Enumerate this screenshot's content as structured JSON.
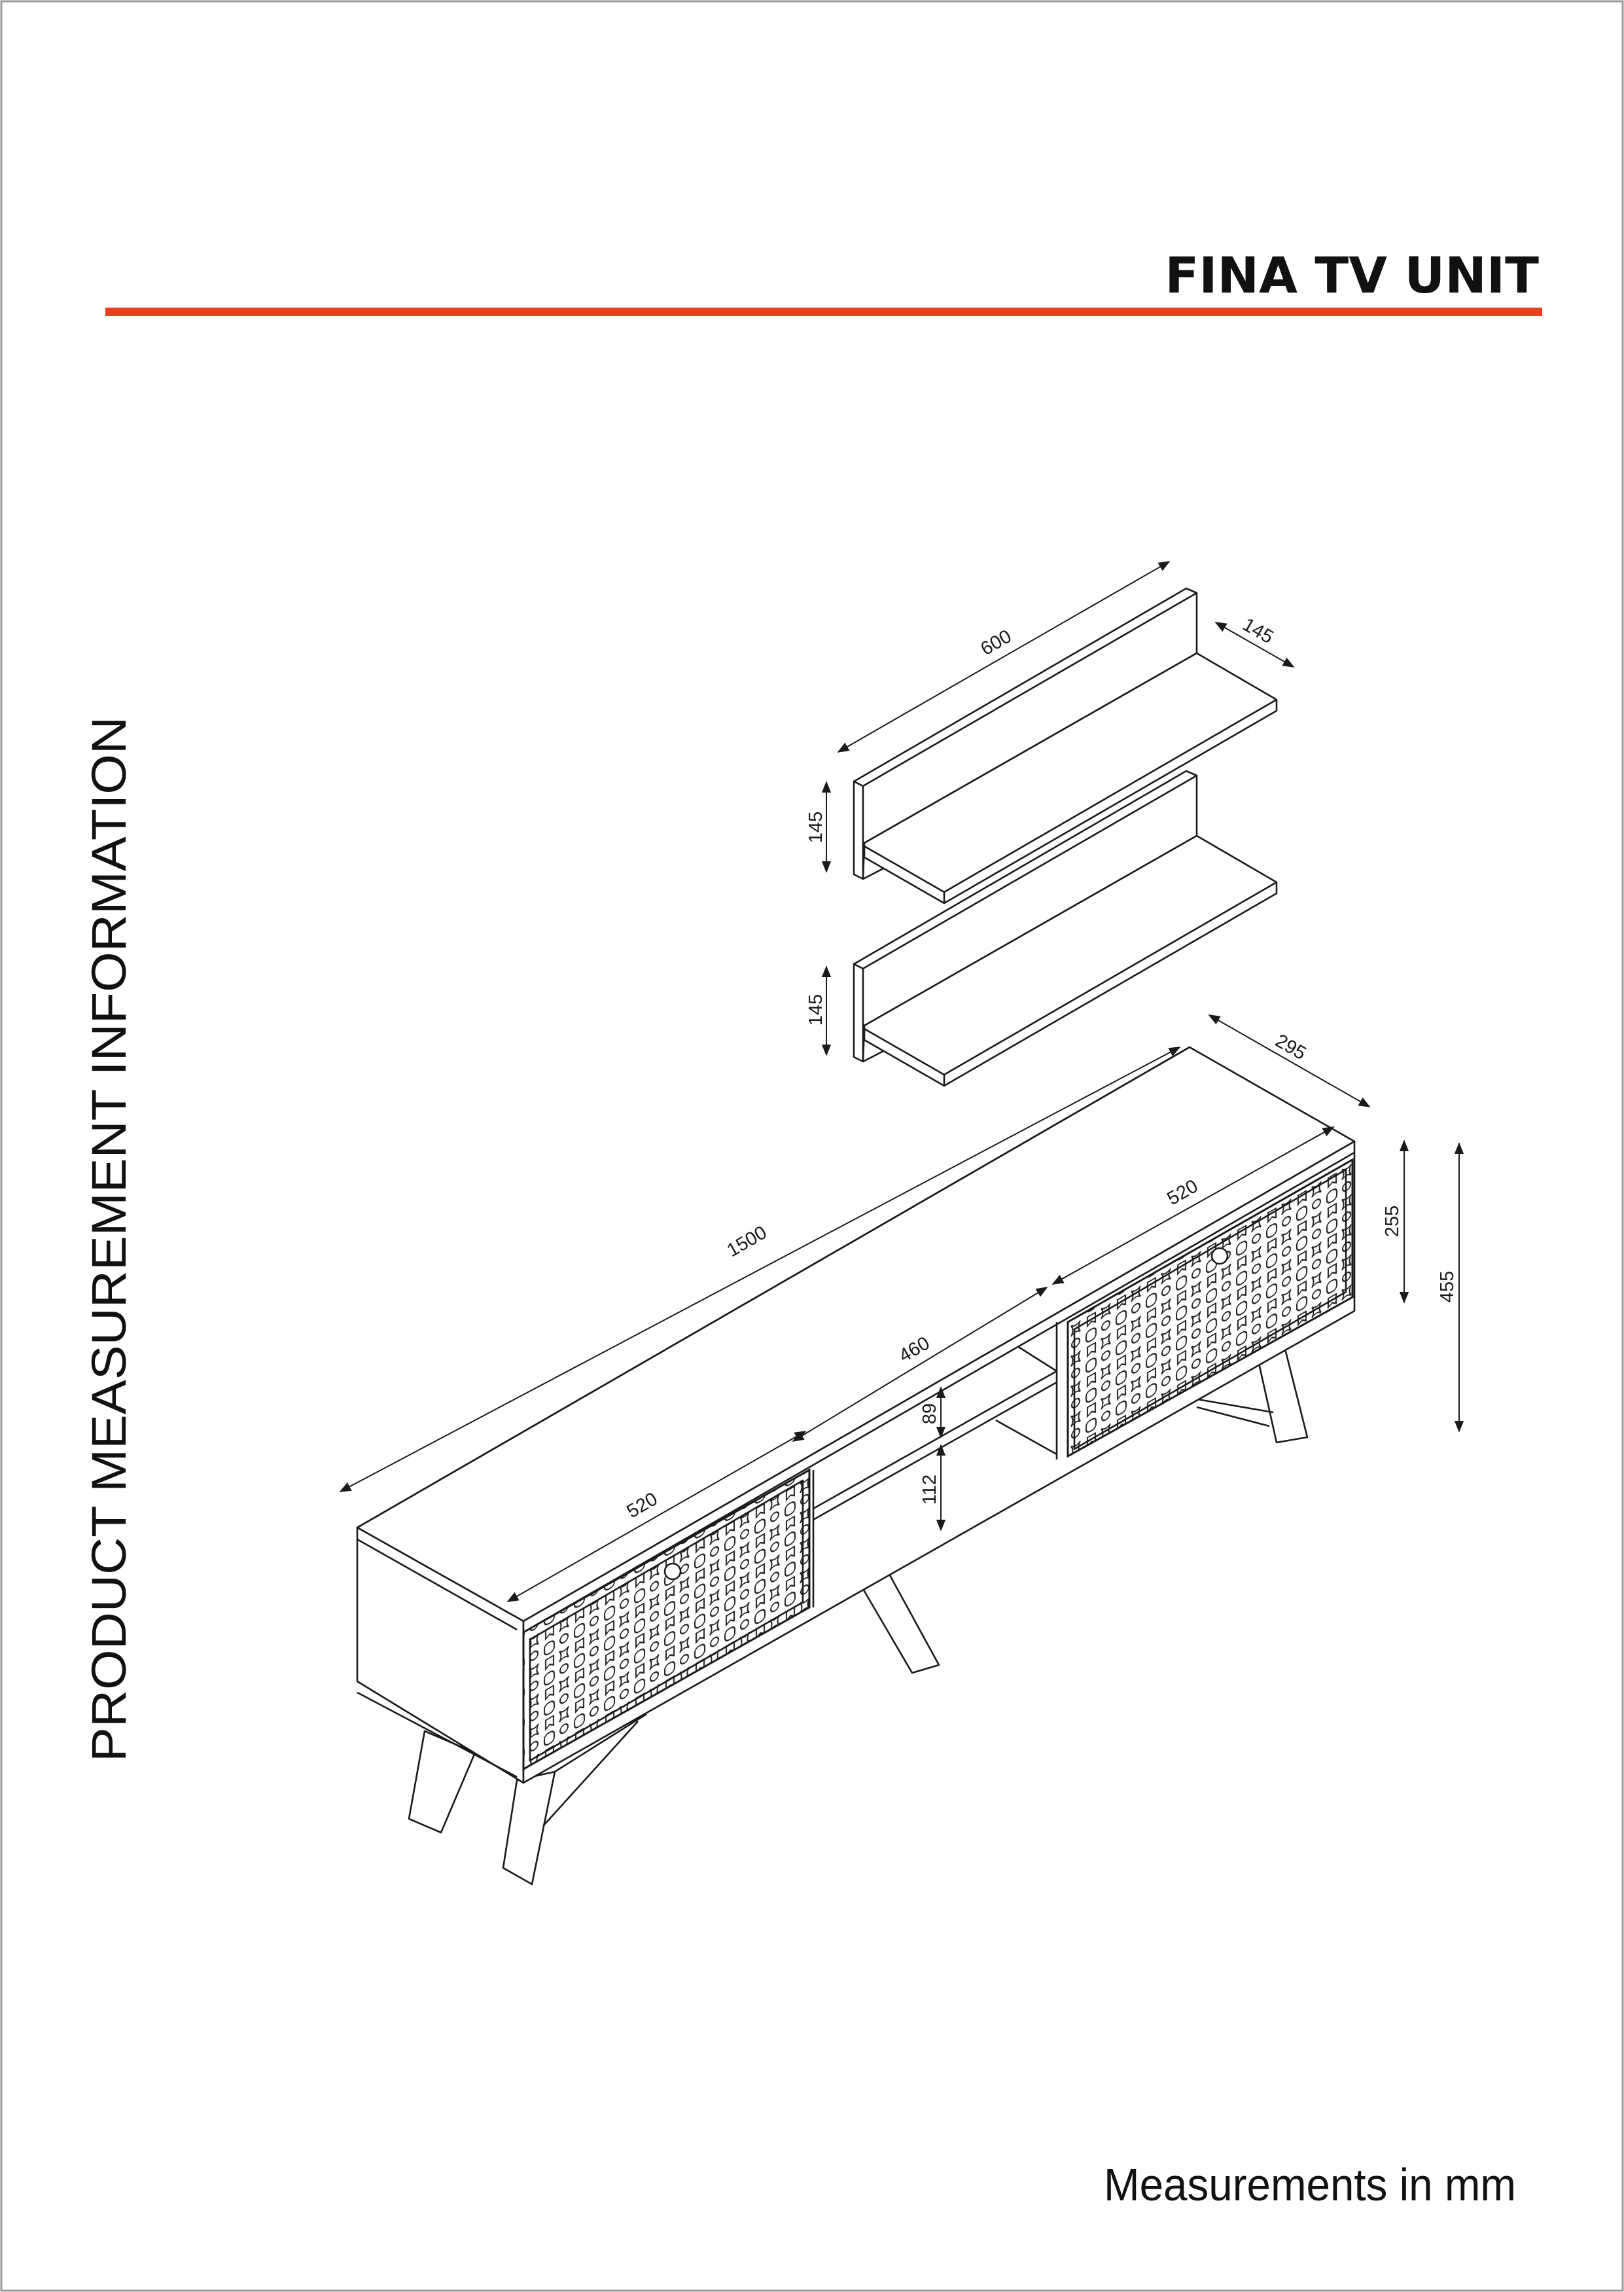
{
  "header": {
    "title": "FINA TV UNIT",
    "accent_color": "#e8401c"
  },
  "side_heading": "PRODUCT MEASUREMENT INFORMATION",
  "footer_note": "Measurements in mm",
  "dimensions": {
    "shelf_width": "600",
    "shelf_depth": "145",
    "upper_shelf_height": "145",
    "lower_shelf_height": "145",
    "unit_depth": "295",
    "unit_width": "1500",
    "left_door_width": "520",
    "right_door_width": "520",
    "open_section_width": "460",
    "upper_opening_height": "89",
    "lower_opening_height": "112",
    "body_height": "255",
    "total_height": "455"
  }
}
